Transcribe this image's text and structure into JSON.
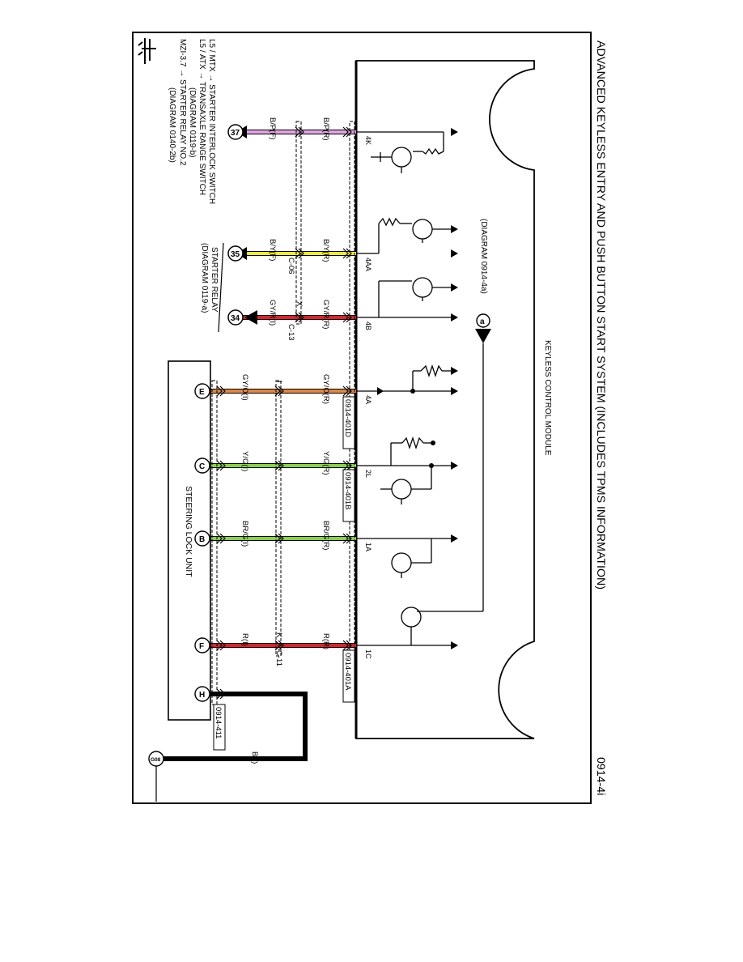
{
  "title": "ADVANCED KEYLESS ENTRY AND PUSH BUTTON START SYSTEM (INCLUDES TPMS INFORMATION)",
  "page_id": "0914-4i",
  "module_label": "KEYLESS CONTROL MODULE",
  "diagram_ref": "(DIAGRAM 0914-4a)",
  "connector_a": "a",
  "steering_lock_label": "STEERING LOCK UNIT",
  "starter_relay_label": "STARTER RELAY",
  "starter_relay_diagram": "(DIAGRAM 0119-a)",
  "legend": {
    "line1": "L5 / MTX",
    "line1_target": "STARTER INTERLOCK SWITCH",
    "line2": "L5 / ATX",
    "line2_target": "TRANSAXLE RANGE SWITCH",
    "line2_diagram": "(DIAGRAM 0119-b)",
    "line3": "MZI-3.7",
    "line3_target": "STARTER RELAY NO.2",
    "line3_diagram": "(DIAGRAM 0140-2b)"
  },
  "pins": {
    "p4k": "4K",
    "p4aa": "4AA",
    "p4b": "4B",
    "p4a": "4A",
    "p2l": "2L",
    "p1a": "1A",
    "p1c": "1C"
  },
  "wires_top": {
    "w4k": "B/P(R)",
    "w4aa": "B/Y(R)",
    "w4b": "GY/R(R)",
    "w4a": "GY/O(R)",
    "w2l": "Y/G(R)",
    "w1a": "BR/G(R)",
    "w1c": "R(R)"
  },
  "wires_bottom": {
    "w4k": "B/P(F)",
    "w4aa": "B/Y(F)",
    "w4b": "GY/R(I)",
    "w4a": "GY/O(I)",
    "w2l": "Y/G(I)",
    "w1a": "BR/G(I)",
    "w1c": "R(I)",
    "ground": "B(I)"
  },
  "connectors": {
    "c06": "C-06",
    "c13": "C-13",
    "c11": "C-11",
    "x": "X",
    "i": "I",
    "k": "K"
  },
  "refs": {
    "r401d": "0914-401D",
    "r401b": "0914-401B",
    "r401a": "0914-401A",
    "r411": "0914-411"
  },
  "circles": {
    "c37": "37",
    "c35": "35",
    "c34": "34",
    "e": "E",
    "c": "C",
    "b": "B",
    "f": "F",
    "h": "H",
    "g": "G08"
  },
  "colors": {
    "pink": "#e2a4e4",
    "yellow": "#f6ee1b",
    "red": "#e0202a",
    "orange": "#e3873e",
    "green": "#86d538"
  }
}
